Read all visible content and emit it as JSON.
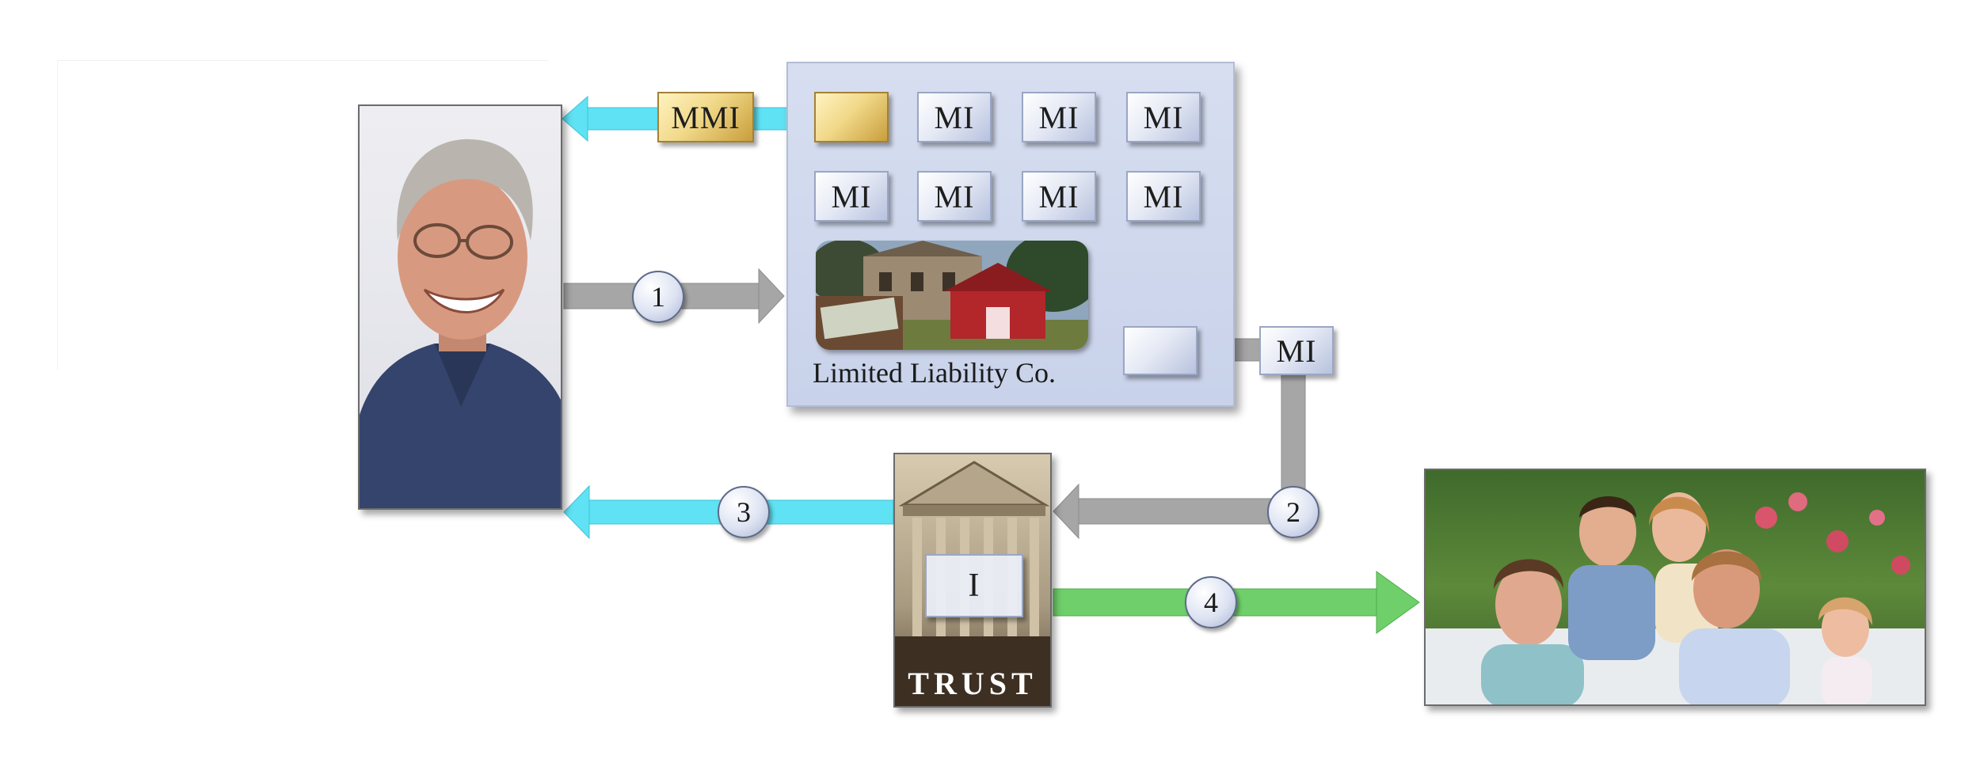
{
  "llc": {
    "caption": "Limited Liability Co.",
    "member_interests_row1": [
      "MI",
      "MI",
      "MI"
    ],
    "member_interests_row2": [
      "MI",
      "MI",
      "MI",
      "MI"
    ],
    "transferred_interest": "MI"
  },
  "managing_interest": "MMI",
  "trust": {
    "label": "TRUST",
    "interest": "I"
  },
  "steps": [
    "1",
    "2",
    "3",
    "4"
  ],
  "colors": {
    "gray_arrow": "#a5a5a5",
    "cyan_arrow": "#5fe2f3",
    "green_arrow": "#6fcf6a",
    "llc_panel": "#ccd5ec",
    "gold": "#e8c86a"
  }
}
